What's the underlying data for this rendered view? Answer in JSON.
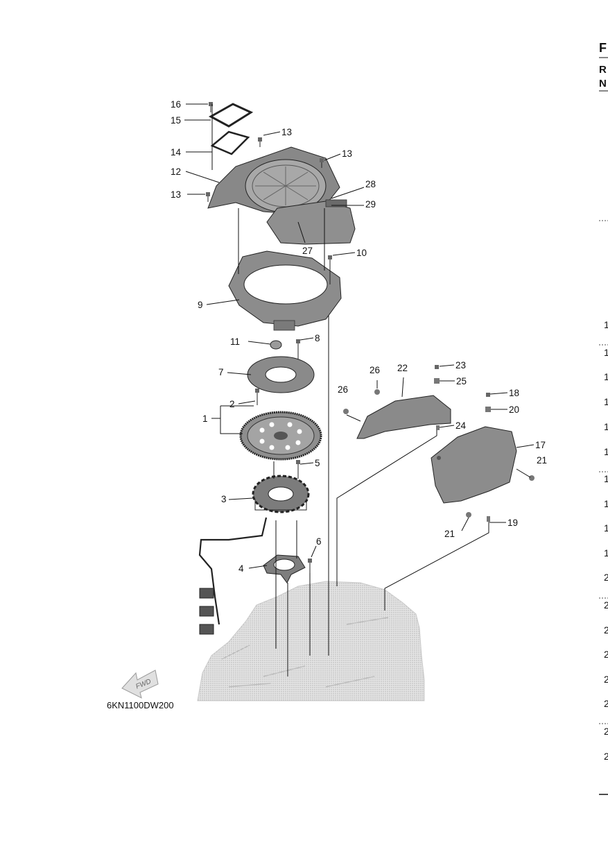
{
  "diagram": {
    "code": "6KN1100DW200",
    "fwd_label": "FWD",
    "callouts": {
      "c1": "1",
      "c2": "2",
      "c3": "3",
      "c4": "4",
      "c5": "5",
      "c6": "6",
      "c7": "7",
      "c8": "8",
      "c9": "9",
      "c10": "10",
      "c11": "11",
      "c12": "12",
      "c13a": "13",
      "c13b": "13",
      "c13c": "13",
      "c14": "14",
      "c15": "15",
      "c16": "16",
      "c17": "17",
      "c18": "18",
      "c19": "19",
      "c20": "20",
      "c21a": "21",
      "c21b": "21",
      "c22": "22",
      "c23": "23",
      "c24": "24",
      "c25": "25",
      "c26a": "26",
      "c26b": "26",
      "c27": "27",
      "c28": "28",
      "c29": "29"
    }
  },
  "right_edge": {
    "header_letters": [
      "F",
      "R",
      "N"
    ],
    "row_digits": [
      "1",
      "1",
      "1",
      "1",
      "1",
      "1",
      "1",
      "1",
      "1",
      "1",
      "2",
      "2",
      "2",
      "2",
      "2",
      "2",
      "2",
      "2"
    ]
  },
  "colors": {
    "part_fill": "#8a8a8a",
    "engine_fill": "#dcdcdc",
    "line": "#111111"
  }
}
